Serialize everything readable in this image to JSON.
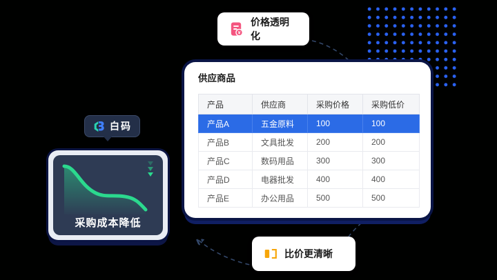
{
  "background_color": "#000100",
  "brand_badge": {
    "label": "白码"
  },
  "top_badge": {
    "label": "价格透明化",
    "icon": "price-list-icon",
    "icon_color": "#F4557F"
  },
  "bottom_badge": {
    "label": "比价更清晰",
    "icon": "compare-icon",
    "icon_color": "#F7A60A"
  },
  "cost_card": {
    "caption": "采购成本降低",
    "line_color": "#2BD98E",
    "chart": {
      "type": "area",
      "trend": "declining"
    }
  },
  "supply_card": {
    "title": "供应商品",
    "table": {
      "headers": [
        "产品",
        "供应商",
        "采购价格",
        "采购低价"
      ],
      "rows": [
        {
          "cells": [
            "产品A",
            "五金原料",
            "100",
            "100"
          ],
          "highlighted": true
        },
        {
          "cells": [
            "产品B",
            "文具批发",
            "200",
            "200"
          ],
          "highlighted": false
        },
        {
          "cells": [
            "产品C",
            "数码用品",
            "300",
            "300"
          ],
          "highlighted": false
        },
        {
          "cells": [
            "产品D",
            "电器批发",
            "400",
            "400"
          ],
          "highlighted": false
        },
        {
          "cells": [
            "产品E",
            "办公用品",
            "500",
            "500"
          ],
          "highlighted": false
        }
      ],
      "highlight_color": "#2B6BE6"
    }
  },
  "decor": {
    "dots_color": "#2A62F2",
    "connector_color": "#33486A"
  }
}
